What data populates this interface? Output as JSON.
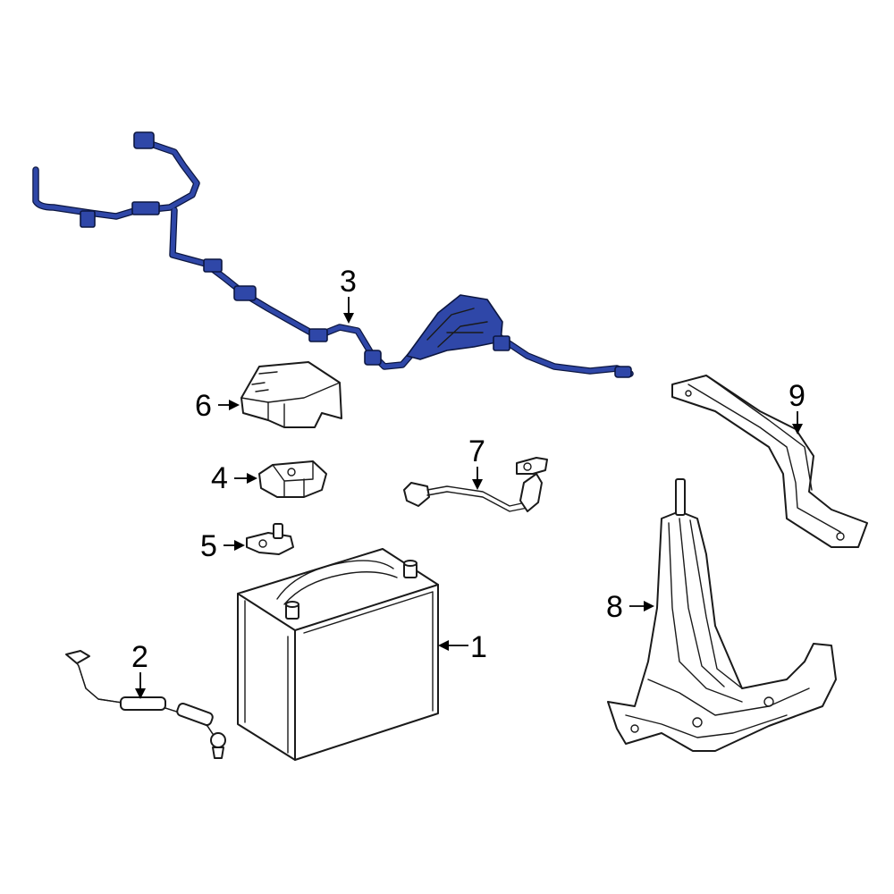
{
  "colors": {
    "highlight": "#2f47a8",
    "outline": "#1a1a1a",
    "background": "#ffffff"
  },
  "callouts": {
    "battery": "1",
    "vent_tube": "2",
    "wire_harness": "3",
    "hold_down_clamp": "4",
    "terminal_clamp": "5",
    "terminal_cover": "6",
    "ground_cable": "7",
    "battery_tray": "8",
    "support_bracket": "9"
  },
  "highlighted_part": "wire_harness"
}
